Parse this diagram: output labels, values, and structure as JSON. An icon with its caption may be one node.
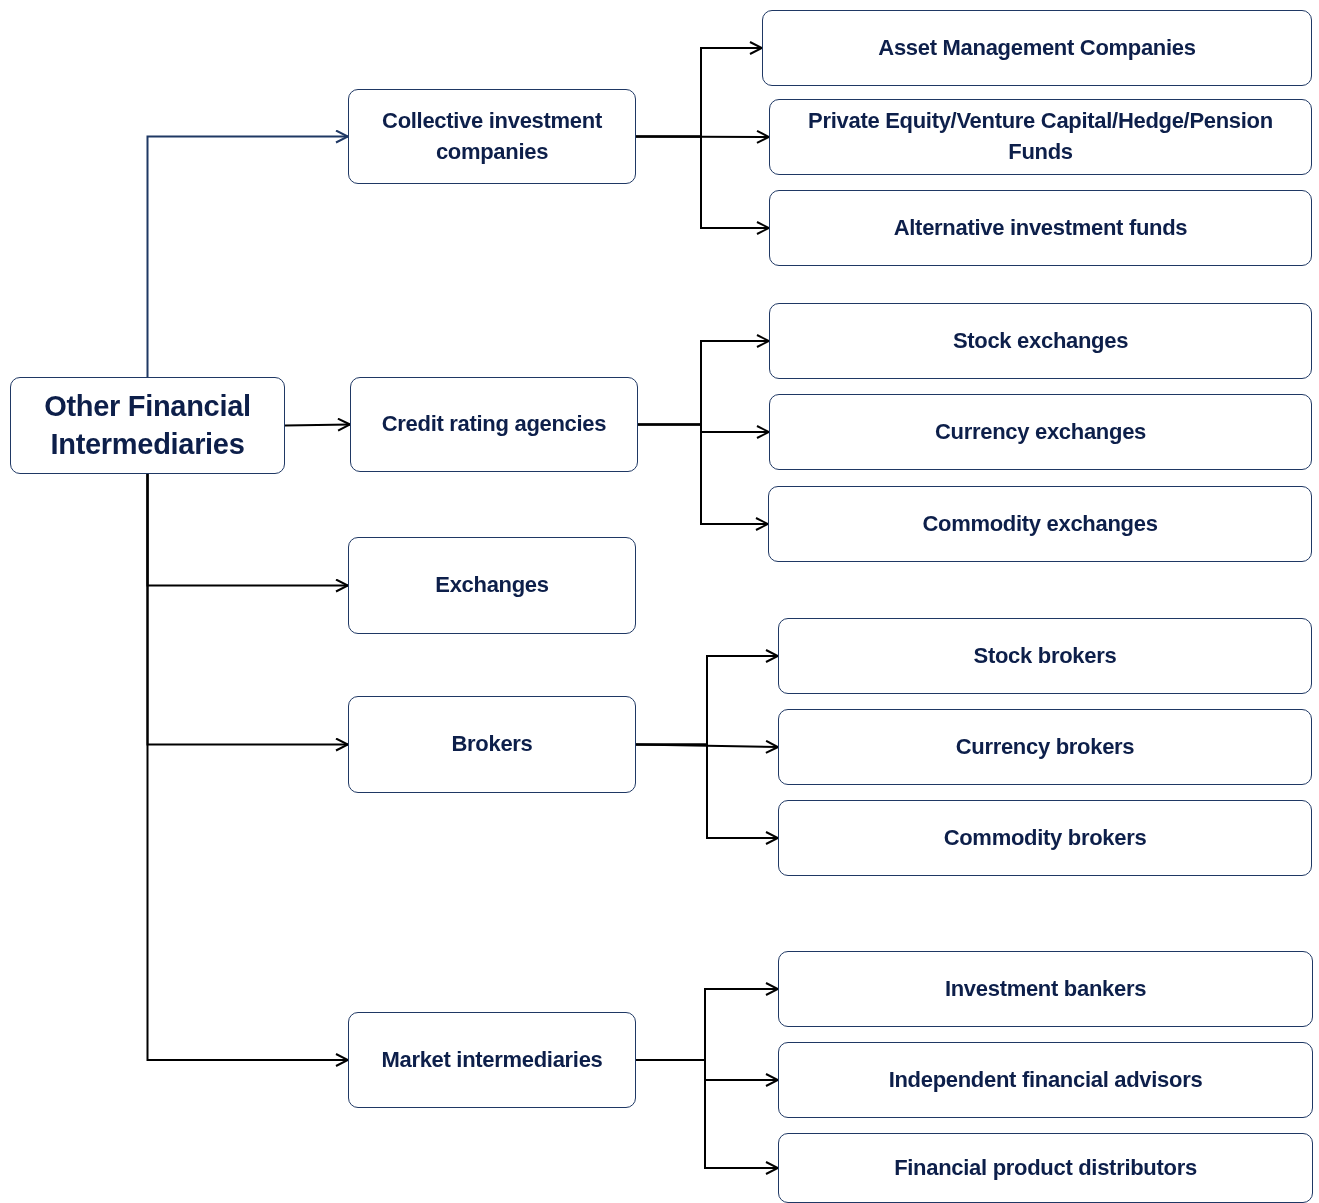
{
  "diagram": {
    "nodes": [
      {
        "text": [
          "Other Financial Intermediaries"
        ]
      },
      {
        "text": [
          "Collective investment companies"
        ]
      },
      {
        "text": [
          "Credit rating agencies"
        ]
      },
      {
        "text": [
          "Exchanges"
        ]
      },
      {
        "text": [
          "Brokers"
        ]
      },
      {
        "text": [
          "Market intermediaries"
        ]
      },
      {
        "text": [
          "Asset Management Companies"
        ]
      },
      {
        "text": [
          "Private Equity/Venture Capital/Hedge/Pension Funds"
        ]
      },
      {
        "text": [
          "Alternative investment funds"
        ]
      },
      {
        "text": [
          "Stock exchanges"
        ]
      },
      {
        "text": [
          "Currency exchanges"
        ]
      },
      {
        "text": [
          "Commodity exchanges"
        ]
      },
      {
        "text": [
          "Stock brokers"
        ]
      },
      {
        "text": [
          "Currency brokers"
        ]
      },
      {
        "text": [
          "Commodity brokers"
        ]
      },
      {
        "text": [
          "Investment bankers"
        ]
      },
      {
        "text": [
          "Independent financial advisors"
        ]
      },
      {
        "text": [
          "Financial product distributors"
        ]
      }
    ],
    "edges": [
      {
        "from": 0,
        "to": 1,
        "arrow": "to",
        "color": "#1f3864"
      },
      {
        "from": 0,
        "to": 2,
        "arrow": "to"
      },
      {
        "from": 0,
        "to": 3,
        "arrow": "to"
      },
      {
        "from": 0,
        "to": 4,
        "arrow": "to"
      },
      {
        "from": 0,
        "to": 5,
        "arrow": "to"
      },
      {
        "from": 1,
        "to": 6,
        "arrow": "to"
      },
      {
        "from": 1,
        "to": 7,
        "arrow": "to"
      },
      {
        "from": 1,
        "to": 8,
        "arrow": "to"
      },
      {
        "from": 2,
        "to": 9,
        "arrow": "to"
      },
      {
        "from": 2,
        "to": 10,
        "arrow": "to"
      },
      {
        "from": 2,
        "to": 11,
        "arrow": "to"
      },
      {
        "from": 4,
        "to": 12,
        "arrow": "to"
      },
      {
        "from": 4,
        "to": 13,
        "arrow": "to"
      },
      {
        "from": 4,
        "to": 14,
        "arrow": "to"
      },
      {
        "from": 5,
        "to": 15,
        "arrow": "to"
      },
      {
        "from": 5,
        "to": 16,
        "arrow": "to"
      },
      {
        "from": 5,
        "to": 17,
        "arrow": "to"
      }
    ]
  }
}
